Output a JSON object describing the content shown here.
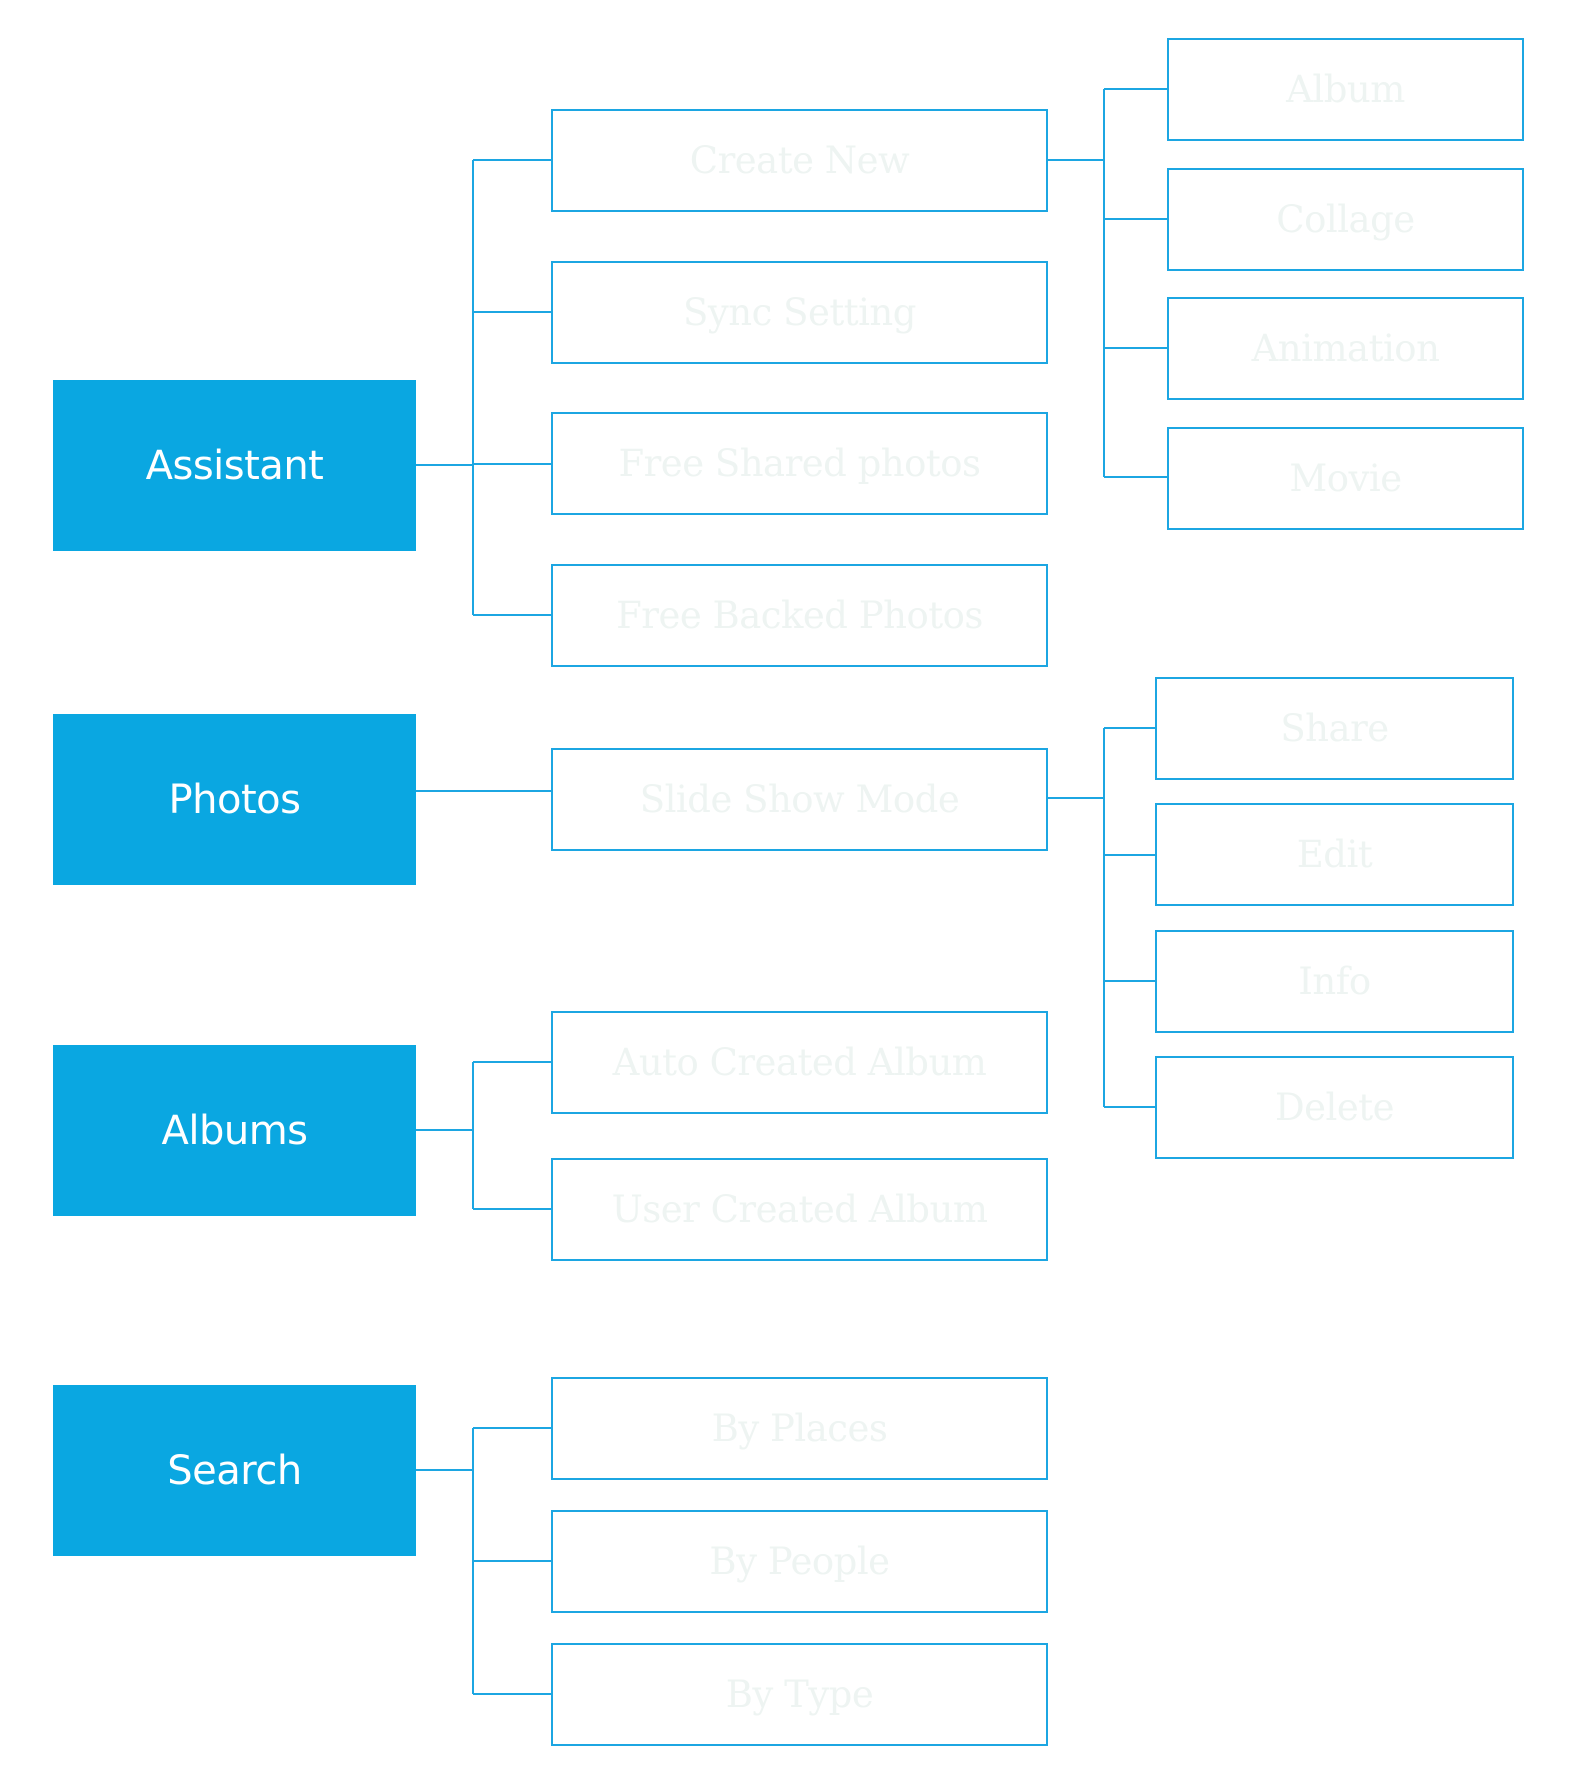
{
  "colors": {
    "primary_fill": "#0aa7e1",
    "primary_text": "#ffffff",
    "outline": "#1ca6e2",
    "secondary_text": "#eef4f2",
    "background": "#ffffff"
  },
  "nodes": {
    "assistant": "Assistant",
    "photos": "Photos",
    "albums": "Albums",
    "search": "Search",
    "assistant_children": [
      "Create New",
      "Sync Setting",
      "Free Shared photos",
      "Free Backed Photos"
    ],
    "create_new_children": [
      "Album",
      "Collage",
      "Animation",
      "Movie"
    ],
    "photos_children": [
      "Slide Show Mode"
    ],
    "slide_show_children": [
      "Share",
      "Edit",
      "Info",
      "Delete"
    ],
    "albums_children": [
      "Auto Created Album",
      "User Created Album"
    ],
    "search_children": [
      "By Places",
      "By People",
      "By Type"
    ]
  }
}
